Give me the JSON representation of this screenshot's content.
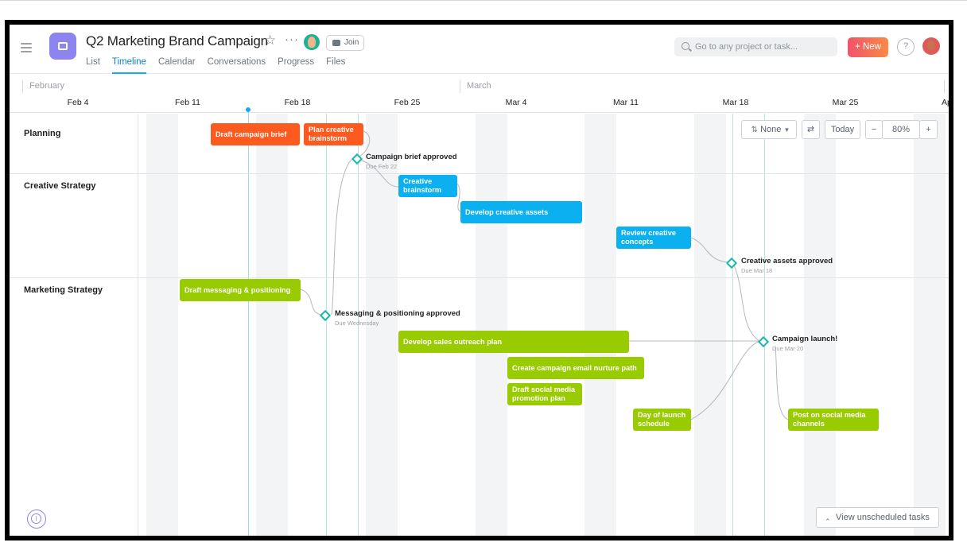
{
  "header": {
    "project_title": "Q2 Marketing Brand Campaign",
    "star_icon": "star-icon",
    "more_icon": "more-icon",
    "join_label": "Join",
    "tabs": [
      {
        "label": "List",
        "active": false
      },
      {
        "label": "Timeline",
        "active": true
      },
      {
        "label": "Calendar",
        "active": false
      },
      {
        "label": "Conversations",
        "active": false
      },
      {
        "label": "Progress",
        "active": false
      },
      {
        "label": "Files",
        "active": false
      }
    ],
    "search_placeholder": "Go to any project or task...",
    "new_label": "+ New",
    "help_label": "?"
  },
  "timeline": {
    "months": [
      "February",
      "March"
    ],
    "weeks": [
      "Feb 4",
      "Feb 11",
      "Feb 18",
      "Feb 25",
      "Mar 4",
      "Mar 11",
      "Mar 18",
      "Mar 25",
      "Ap"
    ],
    "sections": [
      "Planning",
      "Creative Strategy",
      "Marketing Strategy"
    ],
    "tasks": [
      {
        "label": "Draft campaign brief",
        "section": "Planning"
      },
      {
        "label": "Plan creative brainstorm",
        "section": "Planning"
      },
      {
        "label": "Creative brainstorm",
        "section": "Creative Strategy"
      },
      {
        "label": "Develop creative assets",
        "section": "Creative Strategy"
      },
      {
        "label": "Review creative concepts",
        "section": "Creative Strategy"
      },
      {
        "label": "Draft messaging & positioning",
        "section": "Marketing Strategy"
      },
      {
        "label": "Develop sales outreach plan",
        "section": "Marketing Strategy"
      },
      {
        "label": "Create campaign email nurture path",
        "section": "Marketing Strategy"
      },
      {
        "label": "Draft social media promotion plan",
        "section": "Marketing Strategy"
      },
      {
        "label": "Day of launch schedule",
        "section": "Marketing Strategy"
      },
      {
        "label": "Post on social media channels",
        "section": "Marketing Strategy"
      }
    ],
    "milestones": [
      {
        "label": "Campaign brief approved",
        "due": "Due Feb 22"
      },
      {
        "label": "Creative assets approved",
        "due": "Due Mar 18"
      },
      {
        "label": "Messaging & positioning approved",
        "due": "Due Wednesday"
      },
      {
        "label": "Campaign launch!",
        "due": "Due Mar 20"
      }
    ],
    "colors": {
      "planning": "#fc5a1e",
      "creative": "#0ab0f0",
      "marketing": "#99cc00",
      "milestone": "#19b9a8"
    }
  },
  "toolbar": {
    "sort_label": "None",
    "today_label": "Today",
    "zoom_out_label": "−",
    "zoom_level": "80%",
    "zoom_in_label": "+"
  },
  "footer": {
    "unscheduled_label": "View unscheduled tasks",
    "info_icon": "info-icon"
  }
}
